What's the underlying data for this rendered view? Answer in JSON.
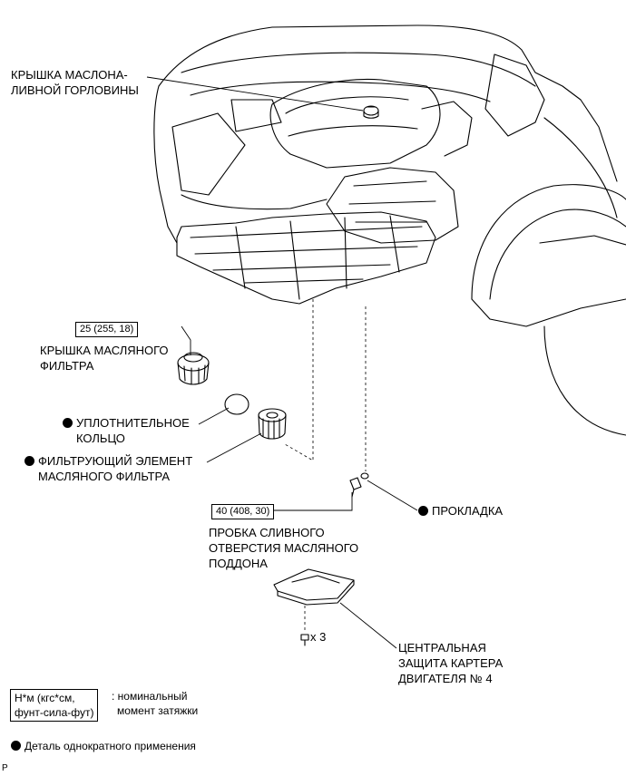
{
  "labels": {
    "oil_filler_cap": [
      "КРЫШКА МАСЛОНА-",
      "ЛИВНОЙ ГОРЛОВИНЫ"
    ],
    "oil_filter_cap": [
      "КРЫШКА МАСЛЯНОГО",
      "ФИЛЬТРА"
    ],
    "o_ring": [
      "УПЛОТНИТЕЛЬНОЕ",
      "КОЛЬЦО"
    ],
    "filter_element": [
      "ФИЛЬТРУЮЩИЙ ЭЛЕМЕНТ",
      "МАСЛЯНОГО ФИЛЬТРА"
    ],
    "gasket": "ПРОКЛАДКА",
    "drain_plug": [
      "ПРОБКА СЛИВНОГО",
      "ОТВЕРСТИЯ МАСЛЯНОГО",
      "ПОДДОНА"
    ],
    "under_cover": [
      "ЦЕНТРАЛЬНАЯ",
      "ЗАЩИТА КАРТЕРА",
      "ДВИГАТЕЛЯ № 4"
    ],
    "bolt_qty": "x 3"
  },
  "torques": {
    "oil_filter_cap": "25 (255, 18)",
    "drain_plug": "40 (408, 30)"
  },
  "legend": {
    "torque_unit": [
      "Н*м (кгс*см,",
      "фунт-сила-фут)"
    ],
    "torque_desc": [
      ": номинальный",
      "момент затяжки"
    ],
    "non_reusable": "Деталь однократного применения"
  },
  "corner_mark": "P",
  "colors": {
    "line": "#000000",
    "background": "#ffffff"
  }
}
